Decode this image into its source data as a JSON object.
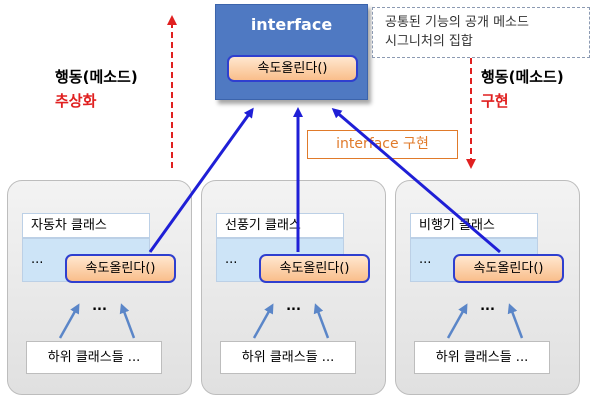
{
  "interface": {
    "title": "interface",
    "method": "속도올린다()"
  },
  "note": {
    "line1": "공통된 기능의 공개 메소드",
    "line2": "시그니처의 집합"
  },
  "left_label": {
    "line1": "행동(메소드)",
    "line2": "추상화"
  },
  "right_label": {
    "line1": "행동(메소드)",
    "line2": "구현"
  },
  "implementation_label": "interface 구현",
  "classes": [
    {
      "title": "자동차 클래스",
      "body": "...",
      "method": "속도올린다()",
      "dots": "...",
      "subclasses": "하위 클래스들 ..."
    },
    {
      "title": "선풍기 클래스",
      "body": "...",
      "method": "속도올린다()",
      "dots": "...",
      "subclasses": "하위 클래스들 ..."
    },
    {
      "title": "비행기 클래스",
      "body": "...",
      "method": "속도올린다()",
      "dots": "...",
      "subclasses": "하위 클래스들 ..."
    }
  ],
  "colors": {
    "interface_bg": "#4f79c2",
    "method_border": "#2f3fcf",
    "highlight_text": "#e02020",
    "impl_border": "#e07a2a",
    "arrow_blue": "#1f1fd6",
    "arrow_red": "#e02020",
    "arrow_sub": "#5b86c8"
  }
}
